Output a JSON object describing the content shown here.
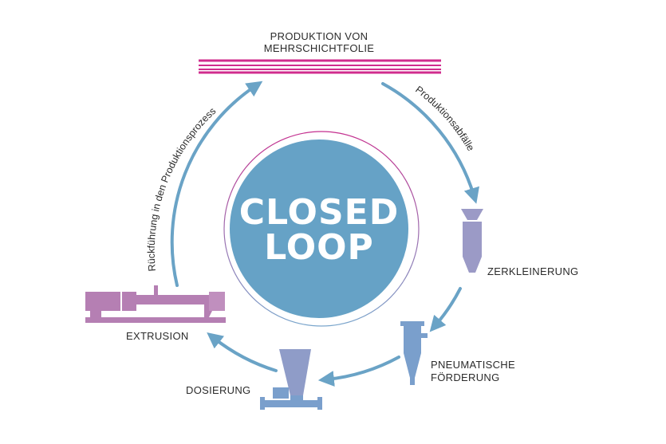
{
  "colors": {
    "arrow": "#6aa3c6",
    "center_fill": "#66a2c6",
    "ring_top": "#c42e8e",
    "ring_bottom": "#7aa6cc",
    "film": "#d02c8e",
    "hopper": "#9b9ac6",
    "extruder": "#b57fb3",
    "blue_machine": "#7a9fcc"
  },
  "center": {
    "line1": "CLOSED",
    "line2": "LOOP"
  },
  "stages": {
    "production": {
      "line1": "PRODUKTION VON",
      "line2": "MEHRSCHICHTFOLIE",
      "icon": "film-layers-icon"
    },
    "shredding": {
      "label": "ZERKLEINERUNG",
      "icon": "shredder-hopper-icon"
    },
    "conveying": {
      "line1": "PNEUMATISCHE",
      "line2": "FÖRDERUNG",
      "icon": "pneumatic-conveyor-icon"
    },
    "dosing": {
      "label": "DOSIERUNG",
      "icon": "dosing-unit-icon"
    },
    "extrusion": {
      "label": "EXTRUSION",
      "icon": "extruder-icon"
    }
  },
  "arc_labels": {
    "waste": "Produktionsabfälle",
    "return": "Rückführung in den Produktionsprozess"
  }
}
